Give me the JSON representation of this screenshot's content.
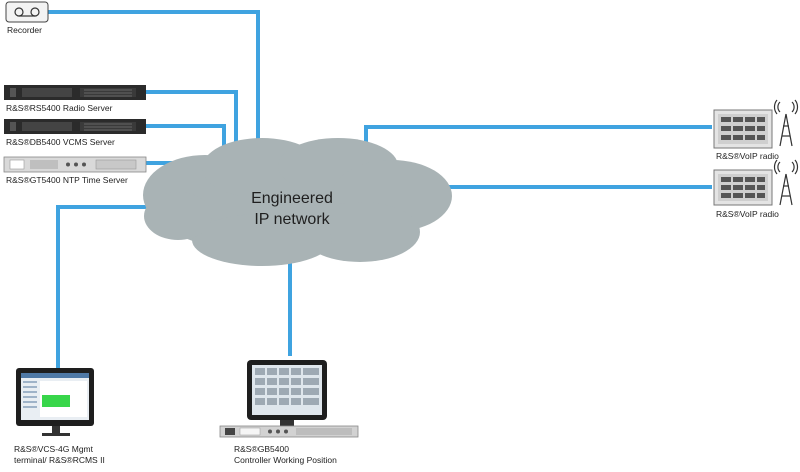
{
  "cloud": {
    "line1": "Engineered",
    "line2": "IP network"
  },
  "devices": {
    "recorder": {
      "label": "Recorder"
    },
    "radio_server": {
      "label": "R&S®RS5400 Radio Server"
    },
    "vcms_server": {
      "label": "R&S®DB5400 VCMS Server"
    },
    "ntp_server": {
      "label": "R&S®GT5400 NTP Time Server"
    },
    "voip_radio_1": {
      "label": "R&S®VoIP radio"
    },
    "voip_radio_2": {
      "label": "R&S®VoIP radio"
    },
    "mgmt_terminal": {
      "label_line1": "R&S®VCS-4G Mgmt",
      "label_line2": "terminal/ R&S®RCMS II"
    },
    "cwp": {
      "label_line1": "R&S®GB5400",
      "label_line2": "Controller Working Position"
    }
  },
  "colors": {
    "link": "#3fa3e0",
    "cloud": "#a9b3b5",
    "device_dark": "#2b2b2b",
    "device_light": "#d9d9d9"
  }
}
